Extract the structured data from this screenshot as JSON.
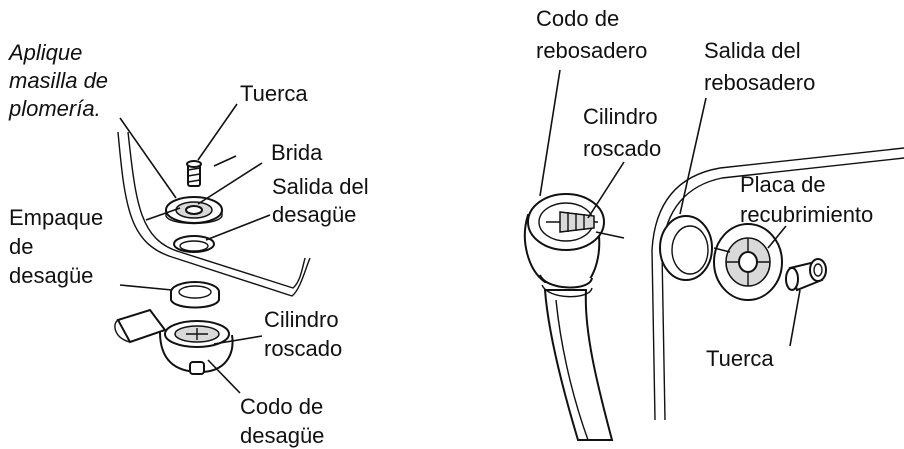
{
  "left": {
    "aplique": [
      "Aplique",
      "masilla de",
      "plomería."
    ],
    "tuerca": "Tuerca",
    "brida": "Brida",
    "salida_desague": [
      "Salida del",
      "desagüe"
    ],
    "empaque": [
      "Empaque",
      "de",
      "desagüe"
    ],
    "cilindro": [
      "Cilindro",
      "roscado"
    ],
    "codo": [
      "Codo de",
      "desagüe"
    ]
  },
  "right": {
    "codo_rebosadero": [
      "Codo de",
      "rebosadero"
    ],
    "salida_rebosadero": [
      "Salida del",
      "rebosadero"
    ],
    "cilindro": [
      "Cilindro",
      "roscado"
    ],
    "placa": [
      "Placa de",
      "recubrimiento"
    ],
    "tuerca": "Tuerca"
  },
  "colors": {
    "ink": "#111111",
    "background": "#ffffff"
  }
}
